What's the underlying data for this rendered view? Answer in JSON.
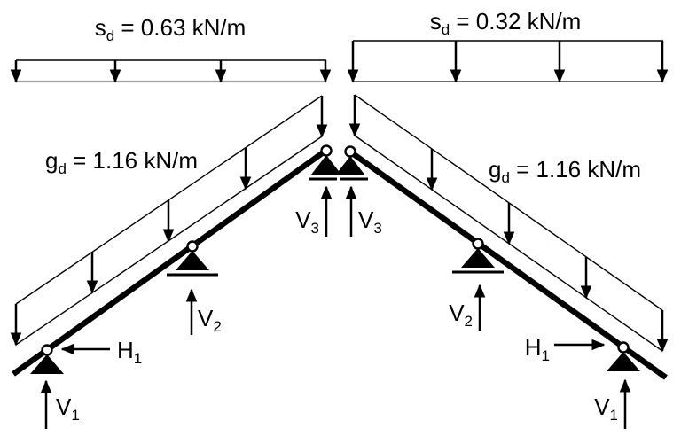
{
  "labels": {
    "snow_left": {
      "base": "s",
      "sub": "d",
      "rest": " = 0.63 kN/m"
    },
    "snow_right": {
      "base": "s",
      "sub": "d",
      "rest": " = 0.32 kN/m"
    },
    "dead_left": {
      "base": "g",
      "sub": "d",
      "rest": " = 1.16 kN/m"
    },
    "dead_right": {
      "base": "g",
      "sub": "d",
      "rest": " = 1.16 kN/m"
    },
    "v1": {
      "base": "V",
      "sub": "1"
    },
    "v2": {
      "base": "V",
      "sub": "2"
    },
    "v3": {
      "base": "V",
      "sub": "3"
    },
    "h1": {
      "base": "H",
      "sub": "1"
    }
  },
  "loads": {
    "snow_left": {
      "symbol": "s_d",
      "value": 0.63,
      "unit": "kN/m"
    },
    "snow_right": {
      "symbol": "s_d",
      "value": 0.32,
      "unit": "kN/m"
    },
    "dead_left": {
      "symbol": "g_d",
      "value": 1.16,
      "unit": "kN/m"
    },
    "dead_right": {
      "symbol": "g_d",
      "value": 1.16,
      "unit": "kN/m"
    }
  },
  "reactions": [
    "V1",
    "V2",
    "V3",
    "H1"
  ],
  "icons": {
    "support": "pin-support-triangle-with-circle",
    "load_arrow": "downward-distributed-load-arrow",
    "reaction_arrow": "upward-reaction-arrow"
  },
  "colors": {
    "ink": "#000000",
    "background": "#ffffff",
    "underline_left": "#a3a3a3"
  }
}
